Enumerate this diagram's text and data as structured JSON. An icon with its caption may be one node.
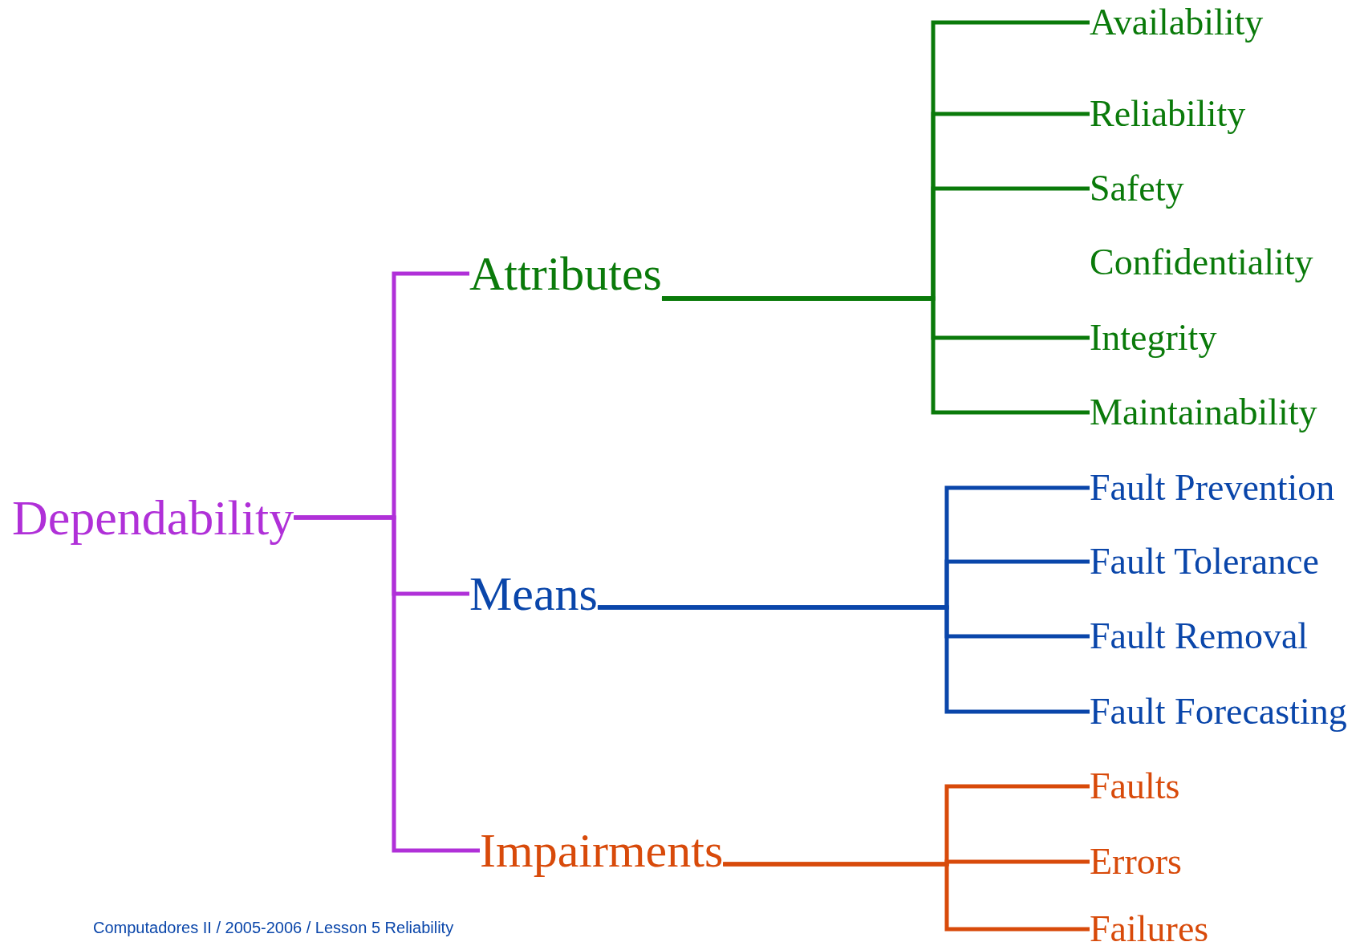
{
  "diagram": {
    "nodes": [
      {
        "text": [
          "Dependability"
        ]
      },
      {
        "text": [
          "Attributes"
        ]
      },
      {
        "text": [
          "Means"
        ]
      },
      {
        "text": [
          "Impairments"
        ]
      },
      {
        "text": [
          "Availability"
        ]
      },
      {
        "text": [
          "Reliability"
        ]
      },
      {
        "text": [
          "Safety"
        ]
      },
      {
        "text": [
          "Integrity"
        ]
      },
      {
        "text": [
          "Maintainability"
        ]
      },
      {
        "text": [
          "Fault Prevention"
        ]
      },
      {
        "text": [
          "Fault Tolerance"
        ]
      },
      {
        "text": [
          "Fault Removal"
        ]
      },
      {
        "text": [
          "Fault Forecasting"
        ]
      },
      {
        "text": [
          "Faults"
        ]
      },
      {
        "text": [
          "Errors"
        ]
      },
      {
        "text": [
          "Failures"
        ]
      }
    ],
    "edges": [
      {
        "from": 0,
        "to": 1,
        "arrow": "none",
        "color": "#b030d8"
      },
      {
        "from": 0,
        "to": 2,
        "arrow": "none",
        "color": "#b030d8"
      },
      {
        "from": 0,
        "to": 3,
        "arrow": "none",
        "color": "#b030d8"
      },
      {
        "from": 1,
        "to": 4,
        "arrow": "none"
      },
      {
        "from": 1,
        "to": 5,
        "arrow": "none"
      },
      {
        "from": 1,
        "to": 6,
        "arrow": "none"
      },
      {
        "from": 1,
        "to": 7,
        "arrow": "none"
      },
      {
        "from": 1,
        "to": 8,
        "arrow": "none"
      },
      {
        "from": 2,
        "to": 9,
        "arrow": "none",
        "color": "#0a46aa"
      },
      {
        "from": 2,
        "to": 10,
        "arrow": "none",
        "color": "#0a46aa"
      },
      {
        "from": 2,
        "to": 11,
        "arrow": "none",
        "color": "#0a46aa"
      },
      {
        "from": 2,
        "to": 12,
        "arrow": "none",
        "color": "#0a46aa"
      },
      {
        "from": 3,
        "to": 13,
        "arrow": "none",
        "color": "#d84a0a"
      },
      {
        "from": 3,
        "to": 14,
        "arrow": "none",
        "color": "#d84a0a"
      },
      {
        "from": 3,
        "to": 15,
        "arrow": "none",
        "color": "#d84a0a"
      }
    ],
    "labels": [
      "Confidentiality",
      "Computadores II / 2005-2006 / Lesson 5 Reliability"
    ]
  }
}
